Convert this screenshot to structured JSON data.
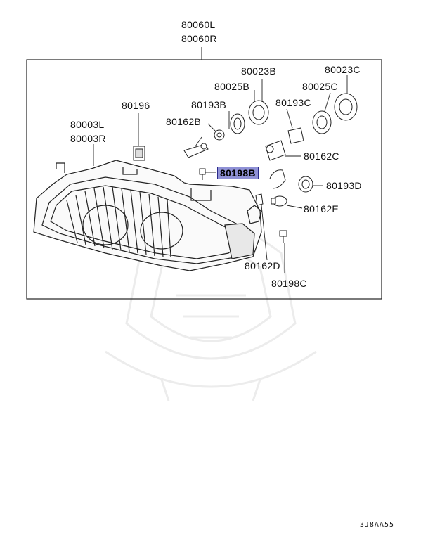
{
  "labels": {
    "assy_l": "80060L",
    "assy_r": "80060R",
    "p80196": "80196",
    "p80003l": "80003L",
    "p80003r": "80003R",
    "p80193b": "80193B",
    "p80162b": "80162B",
    "p80025b": "80025B",
    "p80023b_top": "80023B",
    "p80193c": "80193C",
    "p80025c": "80025C",
    "p80023c": "80023C",
    "p80162c": "80162C",
    "p80198b": "80198B",
    "p80193d": "80193D",
    "p80162e": "80162E",
    "p80162d": "80162D",
    "p80198c": "80198C"
  },
  "diagram_code": "3J8AA55",
  "highlight_color": "#8f91d6"
}
